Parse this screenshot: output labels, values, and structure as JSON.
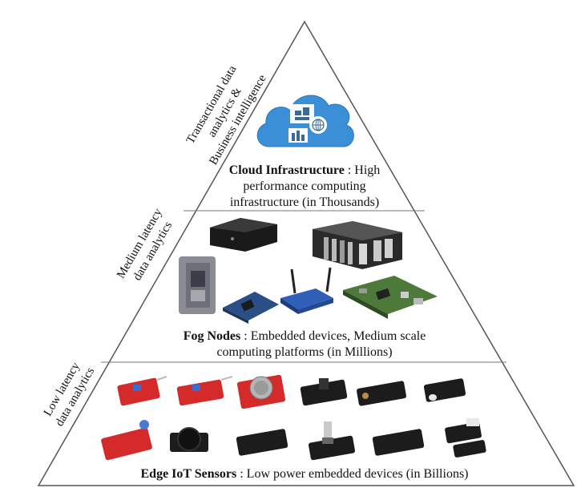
{
  "tiers": {
    "cloud": {
      "title": "Cloud Infrastructure",
      "desc_line1": " : High",
      "desc_line2": "performance computing",
      "desc_line3": "infrastructure (in Thousands)",
      "side_line1": "Transactional data",
      "side_line2": "analytics &",
      "side_line3": "Business intelligence"
    },
    "fog": {
      "title": "Fog Nodes",
      "desc_line1": " : Embedded devices, Medium scale",
      "desc_line2": "computing platforms (in Millions)",
      "side_line1": "Medium latency",
      "side_line2": "data analytics"
    },
    "edge": {
      "title": "Edge IoT Sensors",
      "desc_line1": " : Low power embedded devices (in Billions)",
      "side_line1": "Low latency",
      "side_line2": "data analytics"
    }
  },
  "colors": {
    "cloud_blue": "#3a8fd6",
    "sensor_red": "#d42a2a",
    "sensor_black": "#1c1c1c",
    "pcb_green": "#4d7a3a",
    "router_blue": "#2f5fb8"
  },
  "icons": [
    "cloud-icon",
    "server-icon",
    "globe-icon",
    "factory-icon"
  ]
}
